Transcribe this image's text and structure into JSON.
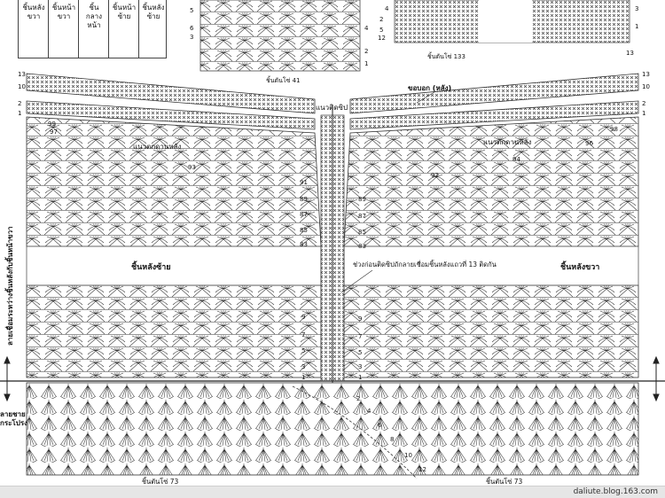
{
  "legend": {
    "items": [
      {
        "line1": "ชิ้นหลัง",
        "line2": "ขวา"
      },
      {
        "line1": "ชิ้นหน้า",
        "line2": "ขวา"
      },
      {
        "line1": "ชิ้นกลาง",
        "line2": "หน้า"
      },
      {
        "line1": "ชิ้นหน้า",
        "line2": "ซ้าย"
      },
      {
        "line1": "ชิ้นหลัง",
        "line2": "ซ้าย"
      }
    ]
  },
  "top_motifs": {
    "left_caption": "ชิ้นตันโซ่ 41",
    "right_caption": "ชิ้นตันโซ่ 133",
    "left_row_numbers": [
      "5",
      "6",
      "3",
      "4",
      "2",
      "1"
    ],
    "right_row_numbers": [
      "4",
      "2",
      "5",
      "12",
      "3",
      "1",
      "13"
    ]
  },
  "labels": {
    "zipper": "แนวติดซิป",
    "edge": "ขอบอก (หลัง)",
    "neck_left": "แนวตกดานหลัง",
    "neck_right": "แนวตกดานหลัง",
    "left_back": "ชิ้นหลังซ้าย",
    "right_back": "ชิ้นหลังขวา",
    "seam_note": "ช่วงก่อนติดซิปถักลายเชื่อมชิ้นหลังแถวที่ 13 ติดกัน",
    "side_vertical": "ลายเชื่อมระหว่างชิ้นหลังกับชิ้นหน้าขวา",
    "side_bottom_1": "ลายชาย",
    "side_bottom_2": "กระโปรง"
  },
  "bottom_captions": {
    "left": "ชิ้นตันโซ่ 73",
    "right": "ชิ้นตันโซ่ 73"
  },
  "row_numbers": {
    "left_top": [
      "13",
      "10",
      "2",
      "1",
      "99",
      "97"
    ],
    "left_mid": [
      "93",
      "91",
      "89",
      "87",
      "85",
      "83"
    ],
    "left_low": [
      "9",
      "7",
      "5",
      "3",
      "1"
    ],
    "right_top": [
      "13",
      "10",
      "2",
      "1",
      "98",
      "96",
      "94",
      "92"
    ],
    "right_mid": [
      "89",
      "87",
      "85",
      "83"
    ],
    "right_low": [
      "9",
      "7",
      "5",
      "3",
      "1"
    ],
    "skirt": [
      "2",
      "4",
      "6",
      "8",
      "10",
      "12"
    ]
  },
  "credit": "daliute.blog.163.com"
}
